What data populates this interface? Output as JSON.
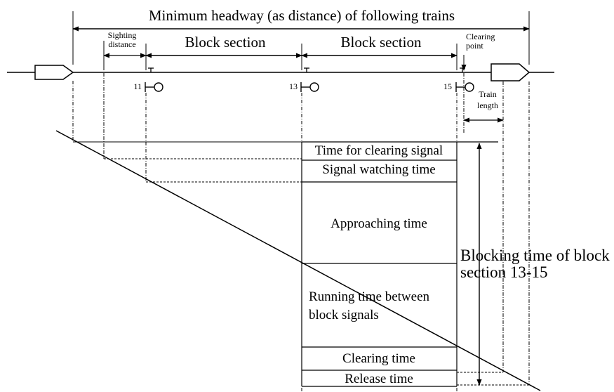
{
  "title": "Minimum headway (as distance) of following trains",
  "block_section_1": "Block section",
  "block_section_2": "Block section",
  "sighting_distance": "Sighting distance",
  "clearing_point": "Clearing point",
  "train_length": "Train length",
  "signals": [
    "11",
    "13",
    "15"
  ],
  "rows": [
    "Time for clearing signal",
    "Signal watching time",
    "Approaching time",
    "Running time between block signals",
    "Clearing time",
    "Release time"
  ],
  "blocking_label": "Blocking time of block section 13-15"
}
